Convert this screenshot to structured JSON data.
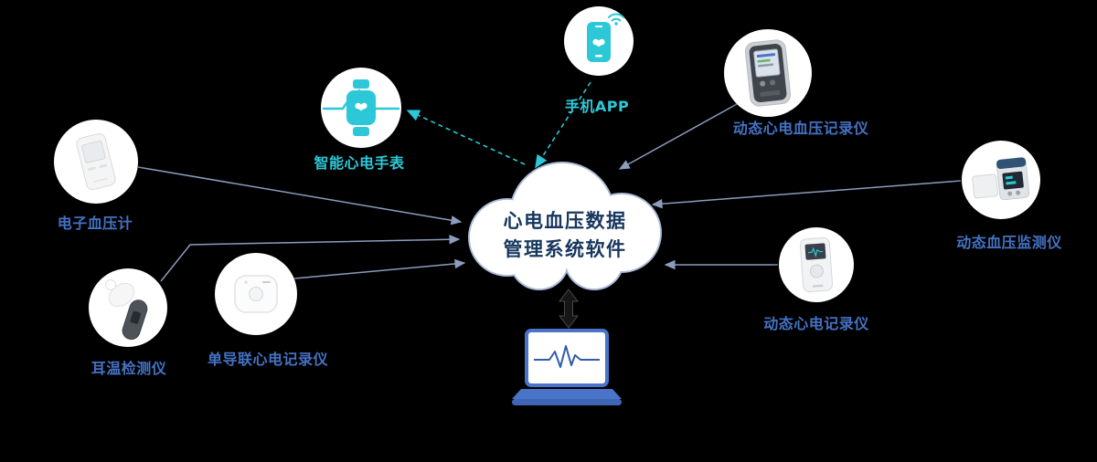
{
  "cloud": {
    "line1": "心电血压数据",
    "line2": "管理系统软件"
  },
  "devices": {
    "phone": {
      "label": "手机APP",
      "label_color": "#2cc8d8"
    },
    "watch": {
      "label": "智能心电手表",
      "label_color": "#2cc8d8"
    },
    "bp_left": {
      "label": "电子血压计",
      "label_color": "#4472c4"
    },
    "holter": {
      "label": "动态心电血压记录仪",
      "label_color": "#4472c4"
    },
    "abpm": {
      "label": "动态血压监测仪",
      "label_color": "#4472c4"
    },
    "ecg_recorder": {
      "label": "动态心电记录仪",
      "label_color": "#4472c4"
    },
    "ear_thermometer": {
      "label": "耳温检测仪",
      "label_color": "#4472c4"
    },
    "patch": {
      "label": "单导联心电记录仪",
      "label_color": "#4472c4"
    }
  },
  "colors": {
    "background": "#000000",
    "accent_teal": "#2cc8d8",
    "accent_blue": "#4472c4",
    "connector": "#8b9cbd",
    "cloud_outline": "#a9bbd8",
    "cloud_fill": "#ffffff",
    "cloud_text": "#17375e",
    "laptop_blue": "#4a74c8"
  },
  "icons": {
    "phone": "smartphone-icon",
    "watch": "smartwatch-icon",
    "wifi": "wifi-signal-icon",
    "heart": "heart-icon",
    "cloud": "cloud-shape",
    "laptop": "laptop-ecg-icon",
    "sync": "up-down-arrow-icon"
  },
  "connections": [
    {
      "from": "phone",
      "to": "cloud",
      "style": "dashed-teal"
    },
    {
      "from": "cloud",
      "to": "watch",
      "style": "dashed-teal"
    },
    {
      "from": "bp_left",
      "to": "cloud",
      "style": "solid-blue"
    },
    {
      "from": "ear_thermometer",
      "to": "cloud",
      "style": "solid-blue"
    },
    {
      "from": "patch",
      "to": "cloud",
      "style": "solid-blue"
    },
    {
      "from": "holter",
      "to": "cloud",
      "style": "solid-blue"
    },
    {
      "from": "abpm",
      "to": "cloud",
      "style": "solid-blue"
    },
    {
      "from": "ecg_recorder",
      "to": "cloud",
      "style": "solid-blue"
    },
    {
      "from": "cloud",
      "to": "laptop",
      "style": "double-arrow"
    }
  ]
}
